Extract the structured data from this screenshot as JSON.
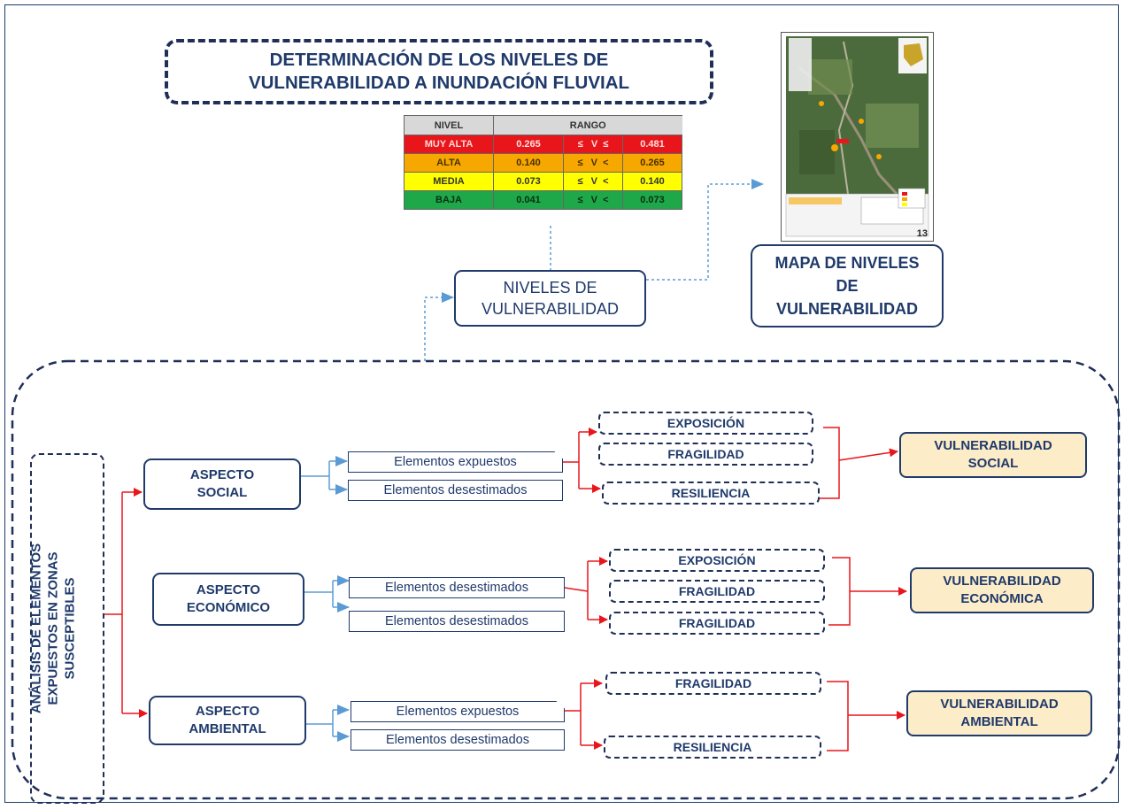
{
  "title": {
    "line1": "DETERMINACIÓN DE LOS NIVELES DE",
    "line2": "VULNERABILIDAD A INUNDACIÓN FLUVIAL"
  },
  "range_table": {
    "header_nivel": "NIVEL",
    "header_rango": "RANGO",
    "rows": [
      {
        "level": "MUY ALTA",
        "low": "0.265",
        "op": "≤   V  ≤",
        "high": "0.481",
        "color": "#e8161b"
      },
      {
        "level": "ALTA",
        "low": "0.140",
        "op": "≤   V  <",
        "high": "0.265",
        "color": "#f7a800"
      },
      {
        "level": "MEDIA",
        "low": "0.073",
        "op": "≤   V  <",
        "high": "0.140",
        "color": "#ffff00"
      },
      {
        "level": "BAJA",
        "low": "0.041",
        "op": "≤   V  <",
        "high": "0.073",
        "color": "#1fa84a"
      }
    ]
  },
  "niveles_box": {
    "line1": "NIVELES DE",
    "line2": "VULNERABILIDAD"
  },
  "mapa_box": {
    "line1": "MAPA DE NIVELES",
    "line2": "DE",
    "line3": "VULNERABILIDAD"
  },
  "map_thumbnail": {
    "sheet_number": "13"
  },
  "analysis_label": {
    "line1": "ANÁLISIS DE ELEMENTOS",
    "line2": "EXPUESTOS EN  ZONAS",
    "line3": "SUSCEPTIBLES"
  },
  "social": {
    "aspect_line1": "ASPECTO",
    "aspect_line2": "SOCIAL",
    "elem1": "Elementos expuestos",
    "elem2": "Elementos desestimados",
    "factor1": "EXPOSICIÓN",
    "factor2": "FRAGILIDAD",
    "factor3": "RESILIENCIA",
    "result_line1": "VULNERABILIDAD",
    "result_line2": "SOCIAL"
  },
  "economico": {
    "aspect_line1": "ASPECTO",
    "aspect_line2": "ECONÓMICO",
    "elem1": "Elementos desestimados",
    "elem2": "Elementos desestimados",
    "factor1": "EXPOSICIÓN",
    "factor2": "FRAGILIDAD",
    "factor3": "FRAGILIDAD",
    "result_line1": "VULNERABILIDAD",
    "result_line2": "ECONÓMICA"
  },
  "ambiental": {
    "aspect_line1": "ASPECTO",
    "aspect_line2": "AMBIENTAL",
    "elem1": "Elementos expuestos",
    "elem2": "Elementos desestimados",
    "factor1": "FRAGILIDAD",
    "factor2": "RESILIENCIA",
    "result_line1": "VULNERABILIDAD",
    "result_line2": "AMBIENTAL"
  },
  "colors": {
    "navy": "#1f3a6b",
    "arrow_red": "#e8161b",
    "arrow_blue": "#5b9bd5",
    "result_fill": "#fdecc8"
  }
}
